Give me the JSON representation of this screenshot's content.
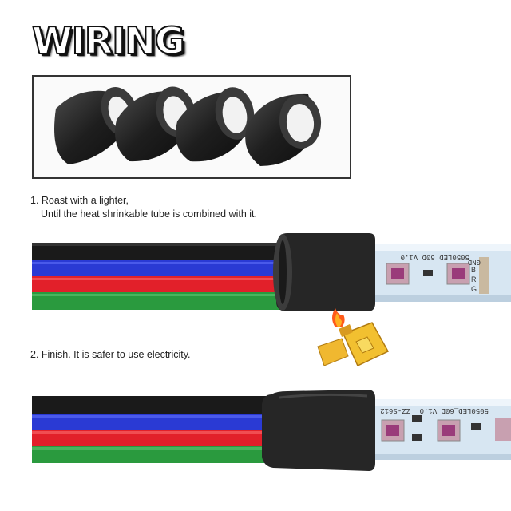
{
  "title": "WIRING",
  "steps": [
    {
      "line1": "1. Roast with a lighter,",
      "line2": "Until the heat shrinkable tube is combined with it."
    },
    {
      "line1": "2. Finish. It is safer to use electricity."
    }
  ],
  "strip_text": {
    "scene1_model": "5050LED_60D V1.0",
    "scene1_pins": [
      "GND",
      "B",
      "R",
      "G"
    ],
    "scene2_code": "ZZ-S612",
    "scene2_model": "5050LED_60D V1.0"
  },
  "colors": {
    "wire_black": "#1a1a1a",
    "wire_blue": "#2a3ad4",
    "wire_red": "#e2202a",
    "wire_green": "#2a9a3e",
    "tube": "#262626",
    "strip": "#cfe0ee"
  },
  "icons": [
    "heat-shrink-tube-icon",
    "lighter-icon",
    "flame-icon"
  ]
}
